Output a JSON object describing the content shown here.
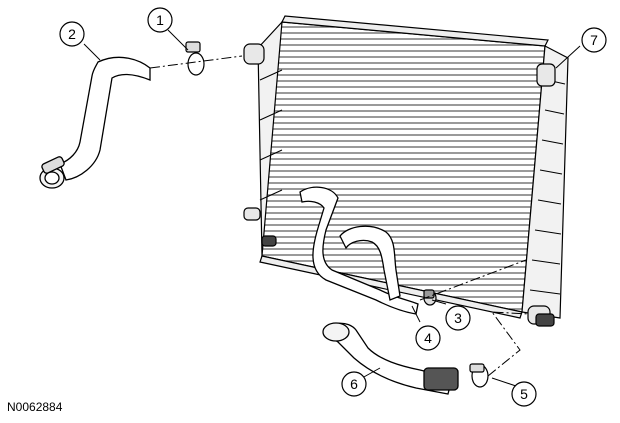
{
  "figure_id": "N0062884",
  "callouts": [
    {
      "id": "1",
      "label": "1"
    },
    {
      "id": "2",
      "label": "2"
    },
    {
      "id": "3",
      "label": "3"
    },
    {
      "id": "4",
      "label": "4"
    },
    {
      "id": "5",
      "label": "5"
    },
    {
      "id": "6",
      "label": "6"
    },
    {
      "id": "7",
      "label": "7"
    }
  ]
}
